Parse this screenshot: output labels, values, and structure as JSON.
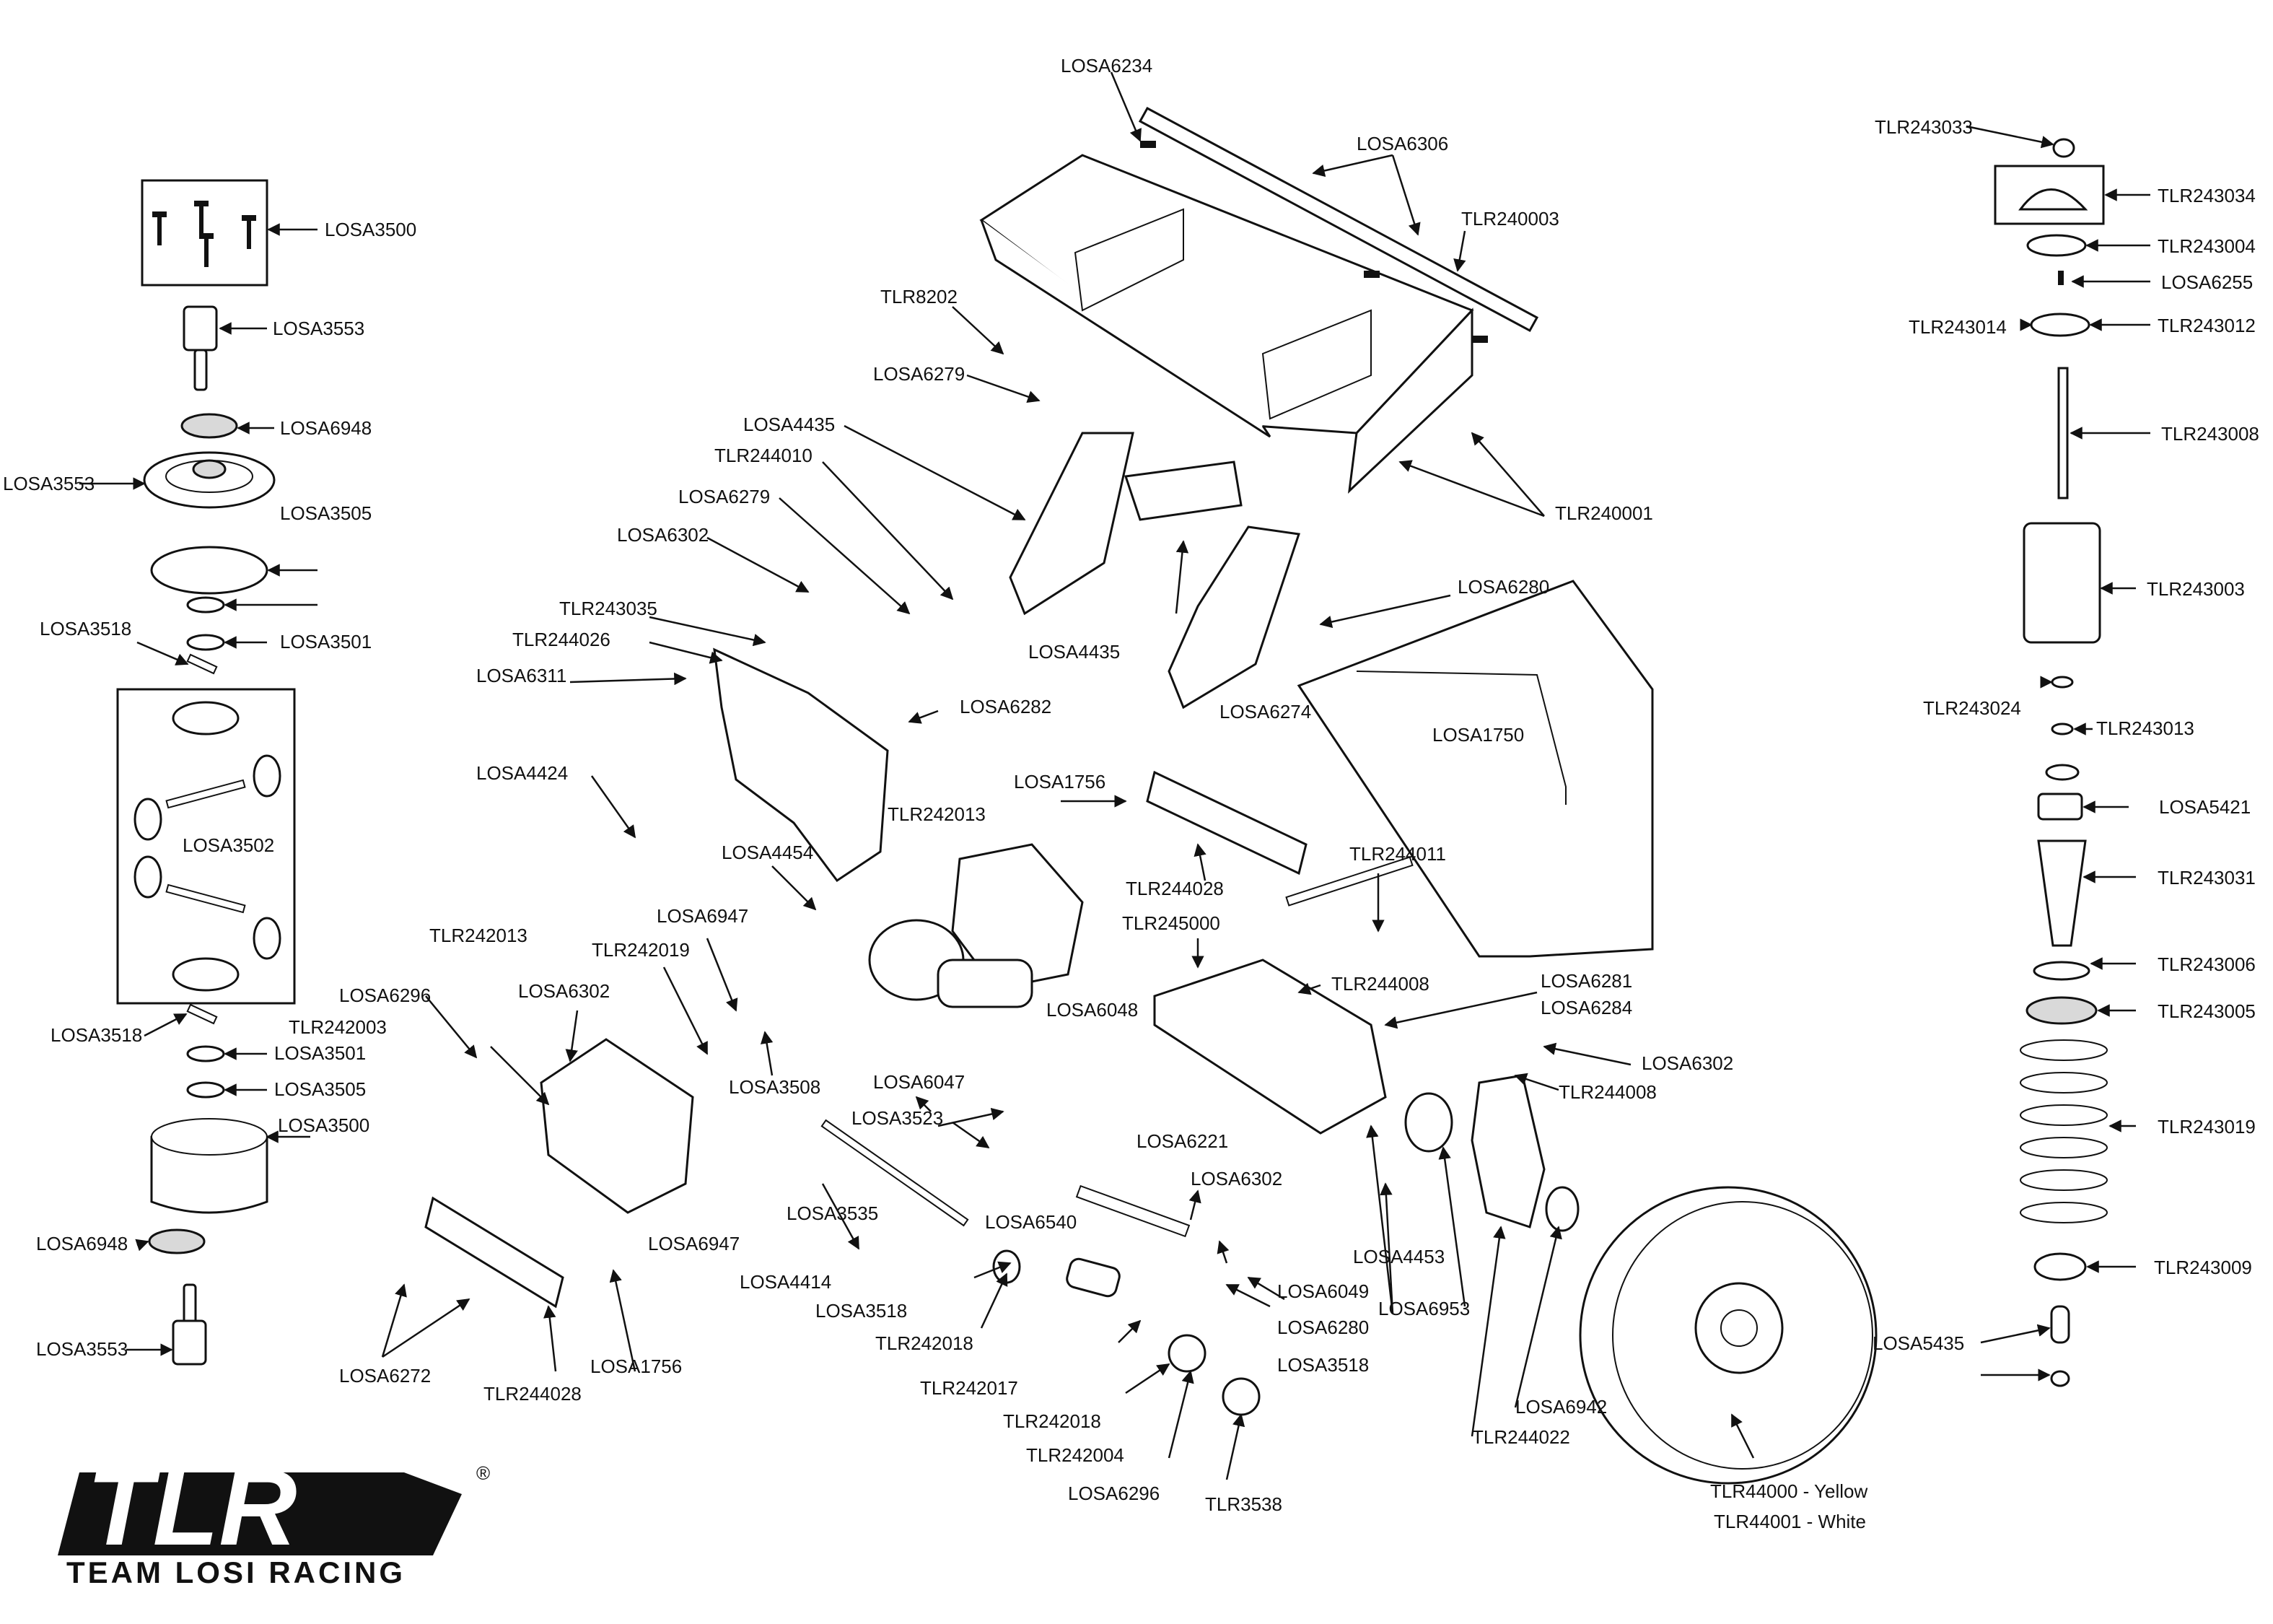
{
  "brand": {
    "logo": "TLR",
    "registered": "®",
    "subtitle": "TEAM LOSI RACING"
  },
  "labels": [
    "LOSA6234",
    "LOSA6306",
    "TLR240003",
    "TLR8202",
    "LOSA6279",
    "LOSA4435",
    "TLR244010",
    "LOSA6279",
    "LOSA6302",
    "TLR243035",
    "TLR244026",
    "LOSA6311",
    "LOSA4424",
    "TLR240001",
    "LOSA4435",
    "LOSA6280",
    "LOSA6282",
    "LOSA6274",
    "LOSA1756",
    "LOSA1750",
    "TLR242013",
    "LOSA4454",
    "TLR244028",
    "TLR244011",
    "TLR245000",
    "TLR242013",
    "LOSA6302",
    "TLR242019",
    "LOSA6947",
    "LOSA6296",
    "TLR242003",
    "TLR244008",
    "LOSA6281",
    "LOSA6284",
    "LOSA6048",
    "LOSA6047",
    "LOSA3508",
    "LOSA3523",
    "LOSA6302",
    "TLR244008",
    "LOSA6221",
    "LOSA6302",
    "LOSA3535",
    "LOSA6540",
    "LOSA6947",
    "LOSA4414",
    "LOSA4453",
    "LOSA6049",
    "LOSA6953",
    "LOSA3518",
    "LOSA6280",
    "TLR242018",
    "LOSA3518",
    "TLR242017",
    "LOSA6942",
    "TLR242018",
    "TLR244022",
    "TLR242004",
    "LOSA6296",
    "TLR3538",
    "LOSA6272",
    "TLR244028",
    "LOSA1756",
    "TLR44000 - Yellow",
    "TLR44001 - White",
    "LOSA3500",
    "LOSA3553",
    "LOSA6948",
    "LOSA3553",
    "LOSA3505",
    "LOSA3518",
    "LOSA3501",
    "LOSA3502",
    "LOSA3518",
    "LOSA3501",
    "LOSA3505",
    "LOSA3500",
    "LOSA6948",
    "LOSA3553",
    "TLR243033",
    "TLR243034",
    "TLR243004",
    "LOSA6255",
    "TLR243014",
    "TLR243012",
    "TLR243008",
    "TLR243003",
    "TLR243024",
    "TLR243013",
    "LOSA5421",
    "TLR243031",
    "TLR243006",
    "TLR243005",
    "TLR243019",
    "TLR243009",
    "LOSA5435"
  ]
}
